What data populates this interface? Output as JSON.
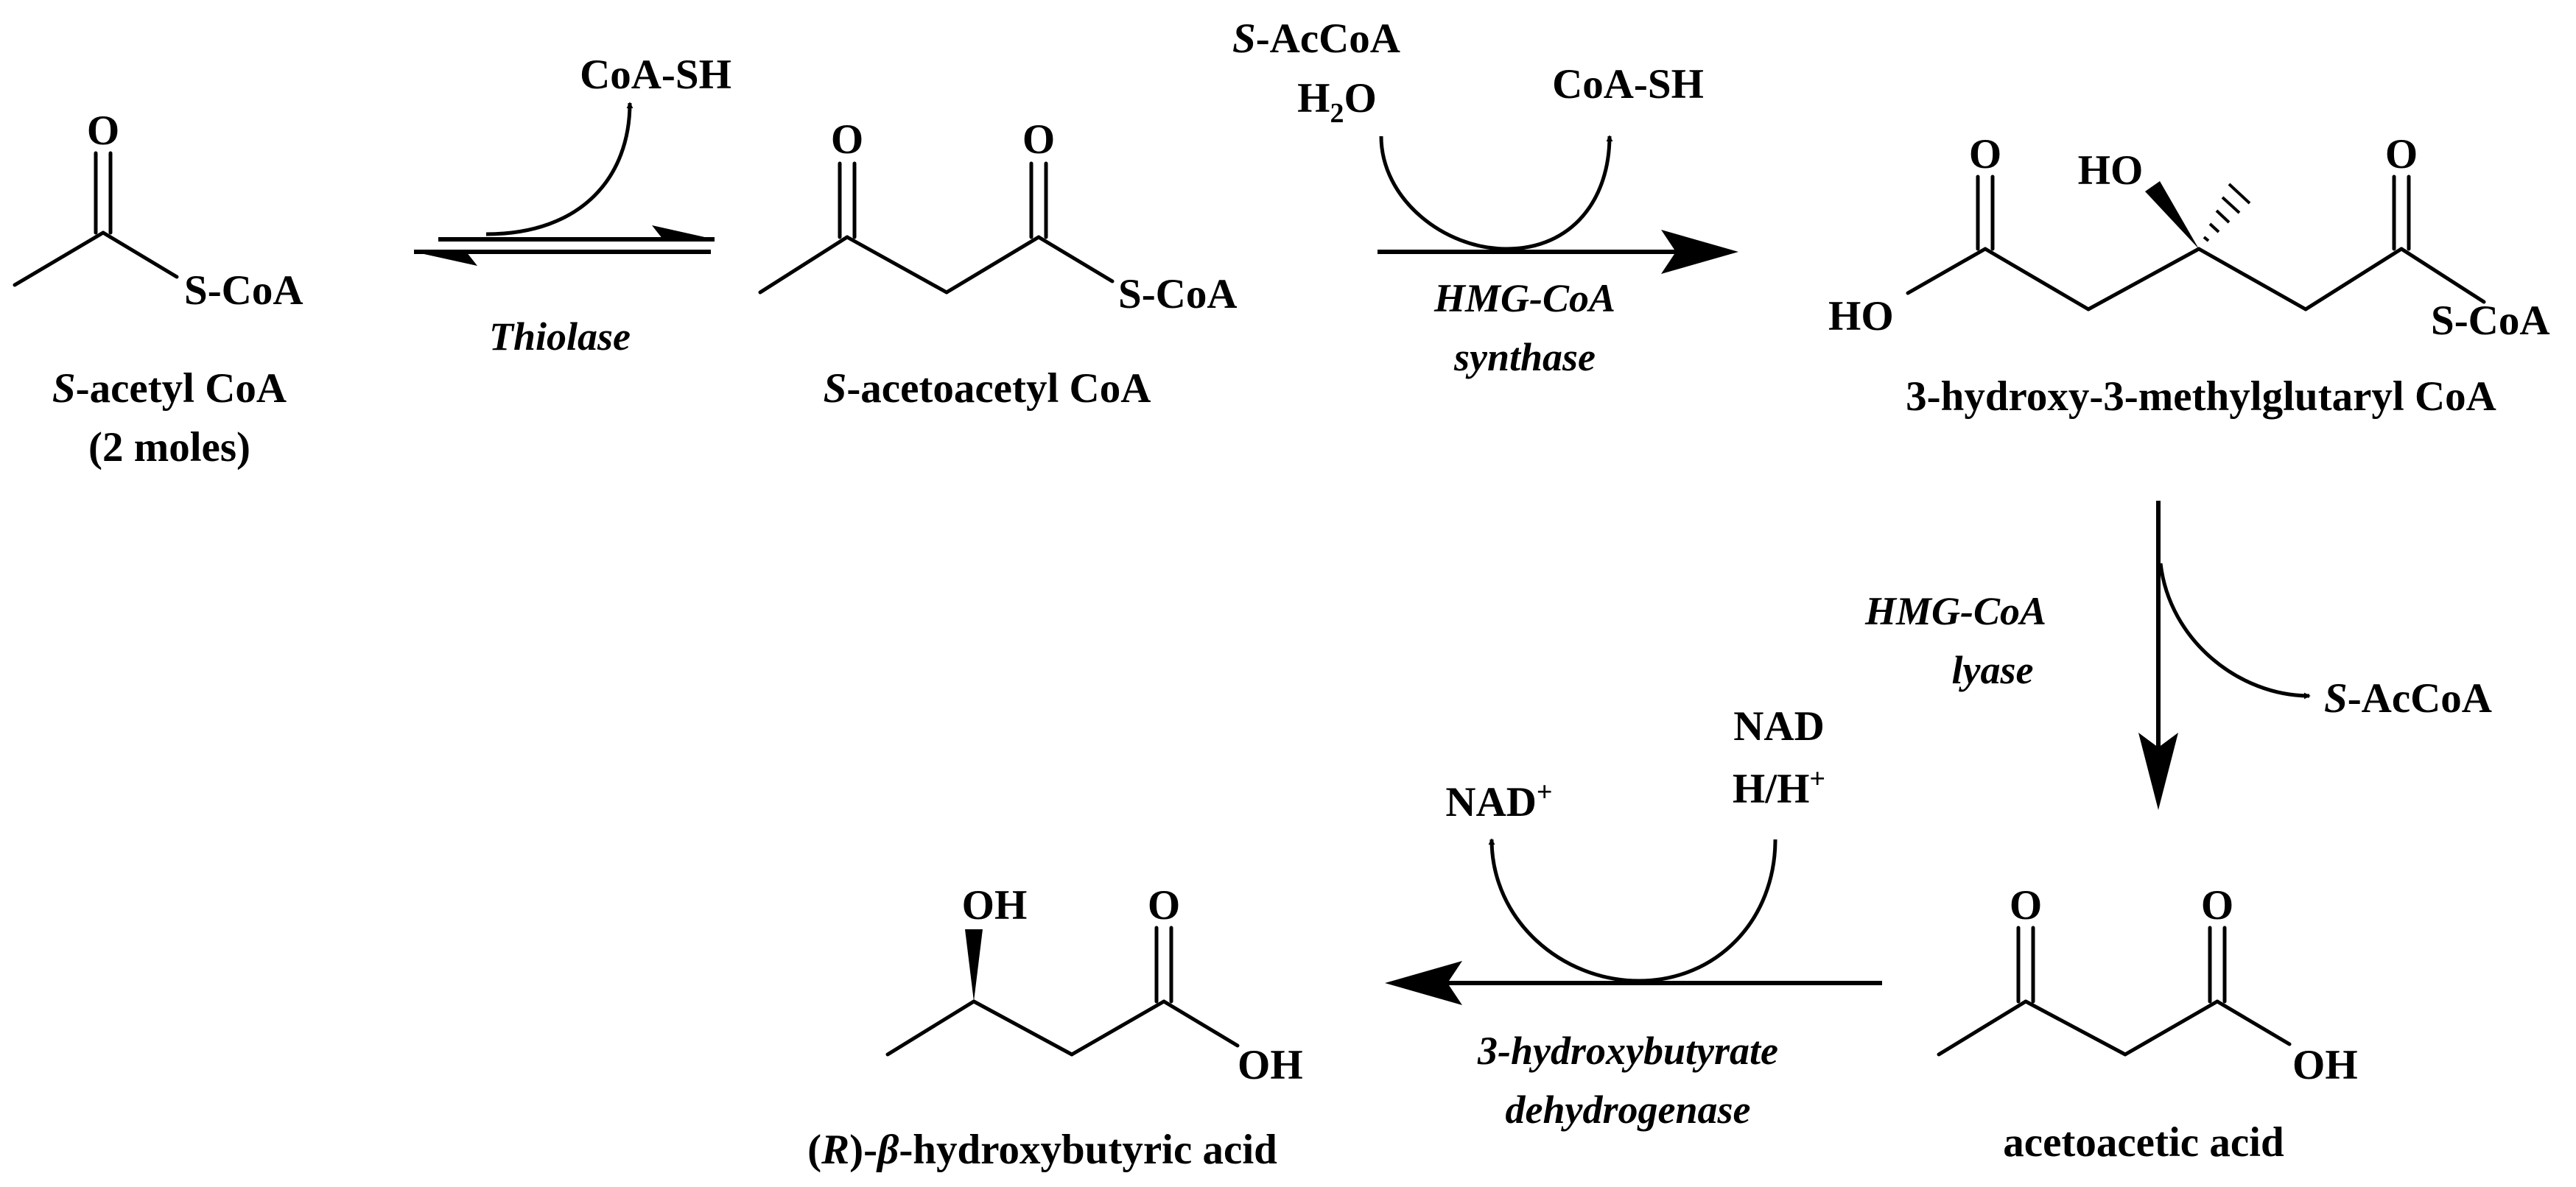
{
  "colors": {
    "ink": "#000000",
    "background": "#ffffff"
  },
  "compounds": {
    "acetyl_coa": {
      "name_prefix": "S",
      "name_rest": "-acetyl CoA",
      "note": "(2 moles)",
      "atoms": {
        "oxygen": "O",
        "thioester": "S-CoA"
      }
    },
    "acetoacetyl_coa": {
      "name_prefix": "S",
      "name_rest": "-acetoacetyl CoA",
      "atoms": {
        "ketone_o": "O",
        "acyl_o": "O",
        "thioester": "S-CoA"
      }
    },
    "hmg_coa": {
      "name": "3-hydroxy-3-methylglutaryl CoA",
      "atoms": {
        "acid_o": "O",
        "acid_oh": "HO",
        "hydroxy": "HO",
        "acyl_o": "O",
        "thioester": "S-CoA"
      }
    },
    "acetoacetic_acid": {
      "name": "acetoacetic acid",
      "atoms": {
        "ketone_o": "O",
        "acid_o": "O",
        "acid_oh": "OH"
      }
    },
    "hydroxybutyric_acid": {
      "name_open": "(",
      "name_r": "R",
      "name_mid": ")-",
      "name_beta": "β",
      "name_rest": "-hydroxybutyric acid",
      "atoms": {
        "hydroxy": "OH",
        "acid_o": "O",
        "acid_oh": "OH"
      }
    }
  },
  "reactions": {
    "thiolase": {
      "enzyme": "Thiolase",
      "released": "CoA-SH"
    },
    "hmg_synthase": {
      "enzyme_line1": "HMG-CoA",
      "enzyme_line2": "synthase",
      "input_prefix": "S",
      "input_rest": "-AcCoA",
      "water_h": "H",
      "water_sub": "2",
      "water_o": "O",
      "released": "CoA-SH"
    },
    "hmg_lyase": {
      "enzyme_line1": "HMG-CoA",
      "enzyme_line2": "lyase",
      "released_prefix": "S",
      "released_rest": "-AcCoA"
    },
    "dehydrogenase": {
      "enzyme_line1": "3-hydroxybutyrate",
      "enzyme_line2": "dehydrogenase",
      "input_line1": "NAD",
      "input_line2": "H/H",
      "input_sup": "+",
      "output": "NAD",
      "output_sup": "+"
    }
  }
}
